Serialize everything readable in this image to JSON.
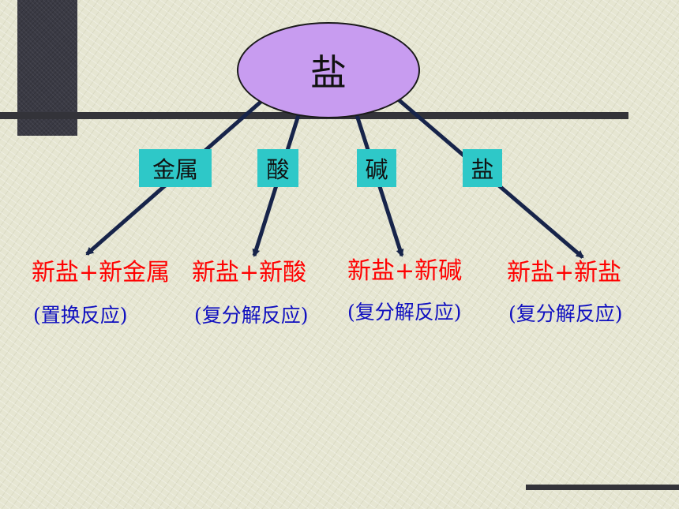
{
  "root": {
    "label": "盐"
  },
  "branches": [
    {
      "reactant": "金属",
      "product": "新盐+新金属",
      "reaction_type": "(置换反应)"
    },
    {
      "reactant": "酸",
      "product": "新盐+新酸",
      "reaction_type": "(复分解反应)"
    },
    {
      "reactant": "碱",
      "product": "新盐+新碱",
      "reaction_type": "(复分解反应)"
    },
    {
      "reactant": "盐",
      "product": "新盐+新盐",
      "reaction_type": "(复分解反应)"
    }
  ],
  "colors": {
    "root_fill": "#c89cf0",
    "box_fill": "#2ec8c8",
    "product_text": "#ff0000",
    "reaction_text": "#1010c0",
    "arrow": "#17244a"
  }
}
